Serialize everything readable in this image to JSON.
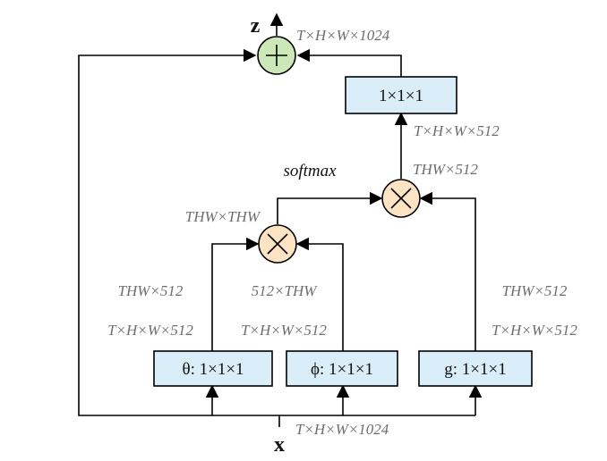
{
  "diagram": {
    "output_label": "z",
    "input_label": "x",
    "softmax_label": "softmax",
    "boxes": {
      "top_conv": "1×1×1",
      "theta": "θ: 1×1×1",
      "phi": "ϕ: 1×1×1",
      "g": "g: 1×1×1"
    },
    "operators": {
      "add": "+",
      "mult": "×"
    },
    "dims": {
      "out_top": "T×H×W×1024",
      "top_conv_in": "T×H×W×512",
      "softmax_out": "THW×512",
      "affinity": "THW×THW",
      "theta_reshaped": "THW×512",
      "phi_reshaped": "512×THW",
      "g_reshaped": "THW×512",
      "theta_out": "T×H×W×512",
      "phi_out": "T×H×W×512",
      "g_out": "T×H×W×512",
      "input": "T×H×W×1024"
    },
    "colors": {
      "box_fill": "#d9eef9",
      "add_fill": "#cde8b8",
      "mult_fill": "#fde3c4"
    }
  }
}
